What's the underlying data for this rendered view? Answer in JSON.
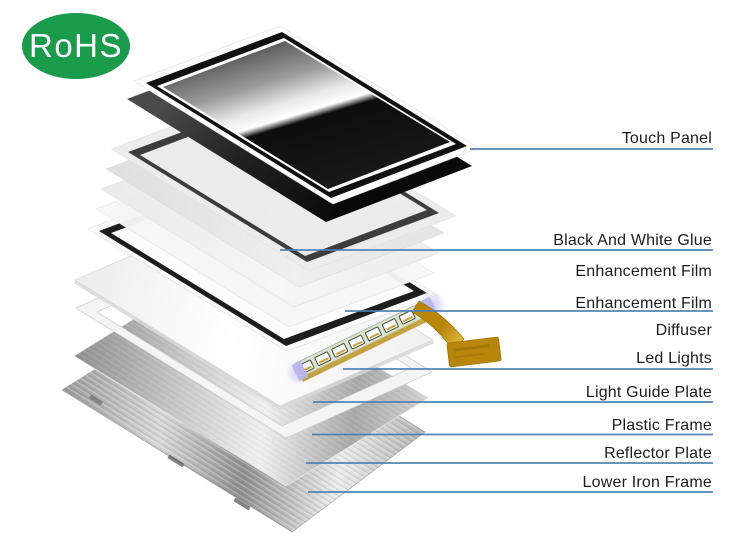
{
  "badge": {
    "label": "RoHS"
  },
  "labels": [
    {
      "label": "Touch Panel",
      "underlined": true
    },
    {
      "label": "Black And White Glue",
      "underlined": true
    },
    {
      "label": "Enhancement Film",
      "underlined": false
    },
    {
      "label": "Enhancement Film",
      "underlined": true
    },
    {
      "label": "Diffuser",
      "underlined": false
    },
    {
      "label": "Led Lights",
      "underlined": true
    },
    {
      "label": "Light Guide Plate",
      "underlined": true
    },
    {
      "label": "Plastic Frame",
      "underlined": true
    },
    {
      "label": "Reflector Plate",
      "underlined": true
    },
    {
      "label": "Lower Iron Frame",
      "underlined": true
    }
  ],
  "colors": {
    "badge_green": "#1a9b4b",
    "leader_line_blue": "#4d7fb5",
    "fpc_gold": "#d9a81f",
    "label_text": "#1c1c1c"
  }
}
